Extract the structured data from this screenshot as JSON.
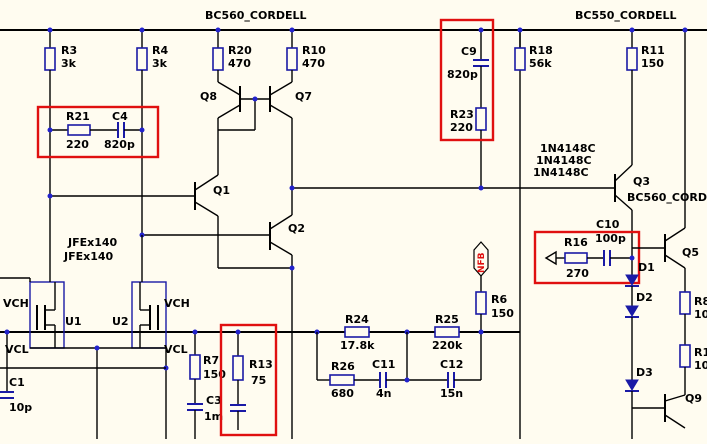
{
  "titles": {
    "left": "BC560_CORDELL",
    "right": "BC550_CORDELL",
    "right_cut": "BC560_CORD"
  },
  "diodes_label": [
    "1N4148C",
    "1N4148C",
    "1N4148C"
  ],
  "jfet_label": [
    "JFEx140",
    "JFEx140"
  ],
  "components": {
    "R3": {
      "ref": "R3",
      "val": "3k"
    },
    "R4": {
      "ref": "R4",
      "val": "3k"
    },
    "R20": {
      "ref": "R20",
      "val": "470"
    },
    "R10": {
      "ref": "R10",
      "val": "470"
    },
    "R21": {
      "ref": "R21",
      "val": "220"
    },
    "C4": {
      "ref": "C4",
      "val": "820p"
    },
    "C9": {
      "ref": "C9",
      "val": "820p"
    },
    "R23": {
      "ref": "R23",
      "val": "220"
    },
    "R18": {
      "ref": "R18",
      "val": "56k"
    },
    "R11": {
      "ref": "R11",
      "val": "150"
    },
    "C10": {
      "ref": "C10",
      "val": "100p"
    },
    "R16": {
      "ref": "R16",
      "val": "270"
    },
    "R6": {
      "ref": "R6",
      "val": "150"
    },
    "R24": {
      "ref": "R24",
      "val": "17.8k"
    },
    "R25": {
      "ref": "R25",
      "val": "220k"
    },
    "R26": {
      "ref": "R26",
      "val": "680"
    },
    "C11": {
      "ref": "C11",
      "val": "4n"
    },
    "C12": {
      "ref": "C12",
      "val": "15n"
    },
    "R7": {
      "ref": "R7",
      "val": "150"
    },
    "R13": {
      "ref": "R13",
      "val": "75"
    },
    "C3": {
      "ref": "C3",
      "val": "1m"
    },
    "C1": {
      "ref": "C1",
      "val": "10p"
    },
    "R8": {
      "ref": "R8",
      "val": "10"
    },
    "R1x": {
      "ref": "R1",
      "val": "10"
    }
  },
  "transistors": [
    "Q8",
    "Q7",
    "Q1",
    "Q2",
    "Q3",
    "Q5",
    "Q9"
  ],
  "ic": {
    "U1": "U1",
    "U2": "U2",
    "vch": "VCH",
    "vcl": "VCL"
  },
  "diodes": [
    "D1",
    "D2",
    "D3"
  ],
  "nfb": "NFB"
}
